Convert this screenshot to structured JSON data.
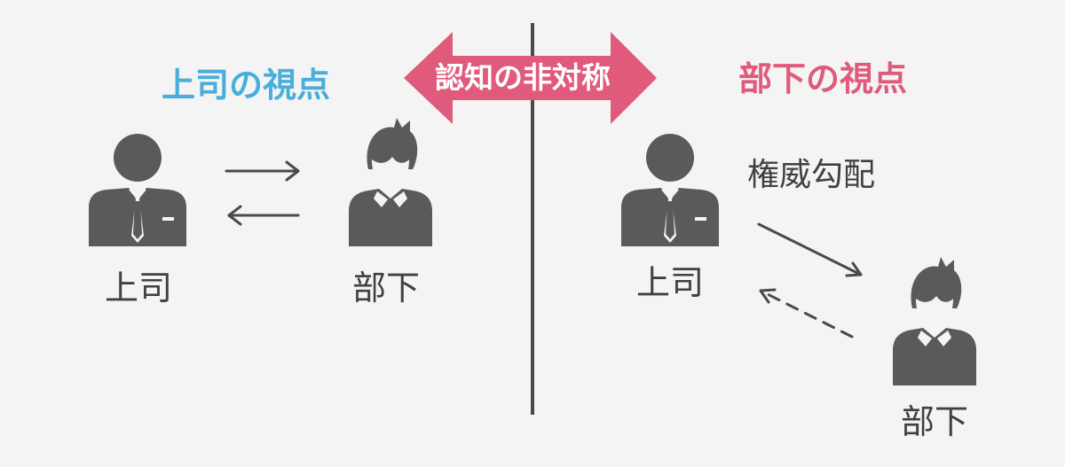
{
  "colors": {
    "background": "#f4f4f4",
    "boss_view": "#4aaedb",
    "subordinate_view": "#e05a7b",
    "banner": "#e05a7b",
    "icon": "#5a5a5a",
    "text": "#404040",
    "divider": "#4a4a4a"
  },
  "left_panel": {
    "heading": "上司の視点",
    "boss_label": "上司",
    "subordinate_label": "部下",
    "arrows": [
      "solid-right",
      "solid-left"
    ]
  },
  "banner": {
    "label": "認知の非対称"
  },
  "right_panel": {
    "heading": "部下の視点",
    "boss_label": "上司",
    "subordinate_label": "部下",
    "gradient_label": "権威勾配",
    "arrows": [
      "solid-down-right",
      "dashed-up-left"
    ]
  }
}
